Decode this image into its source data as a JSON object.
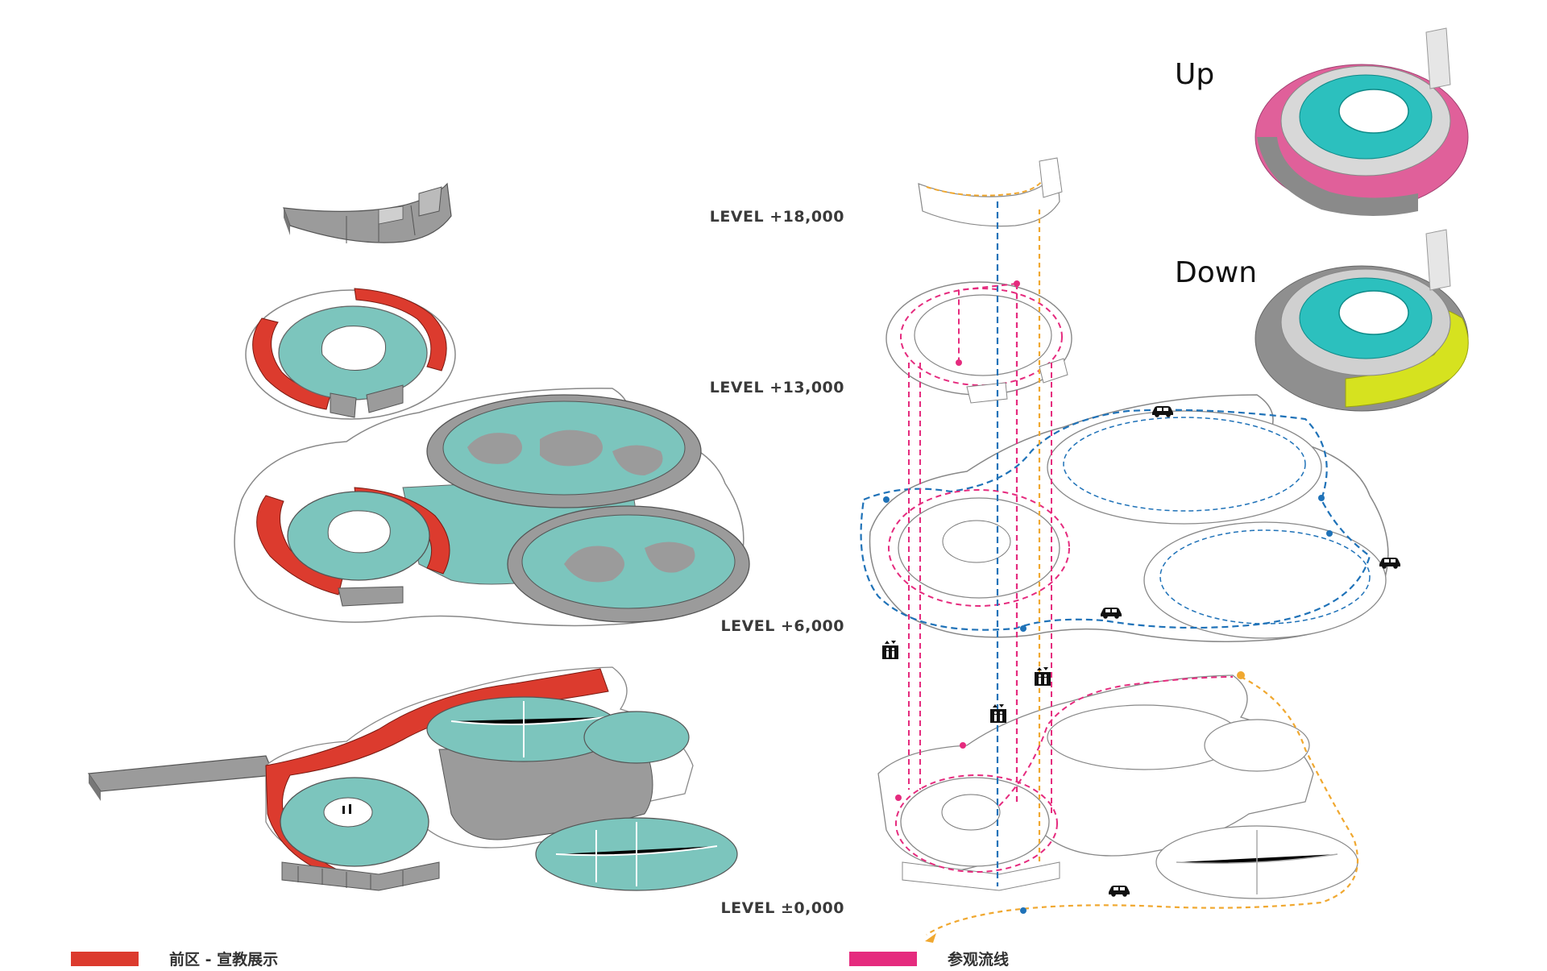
{
  "levels": [
    {
      "label": "LEVEL +18,000"
    },
    {
      "label": "LEVEL +13,000"
    },
    {
      "label": "LEVEL +6,000"
    },
    {
      "label": "LEVEL ±0,000"
    }
  ],
  "direction_labels": {
    "up": "Up",
    "down": "Down"
  },
  "legend": [
    {
      "label": "前区 - 宣教展示",
      "color": "#dc3b2e"
    },
    {
      "label": "参观流线",
      "color": "#e52b7e"
    }
  ],
  "colors": {
    "exhibit_red": "#dc3b2e",
    "seating_teal": "#7cc5bd",
    "aqua": "#2cc0be",
    "structure_gray": "#9b9b9b",
    "visitor_magenta": "#e52b7e",
    "vehicle_blue": "#1f72b8",
    "service_orange": "#f0a830",
    "up_pink": "#e0609a",
    "down_yellow": "#d6e21f"
  },
  "icons": [
    "elevator-icon",
    "car-icon",
    "arrow-icon"
  ]
}
